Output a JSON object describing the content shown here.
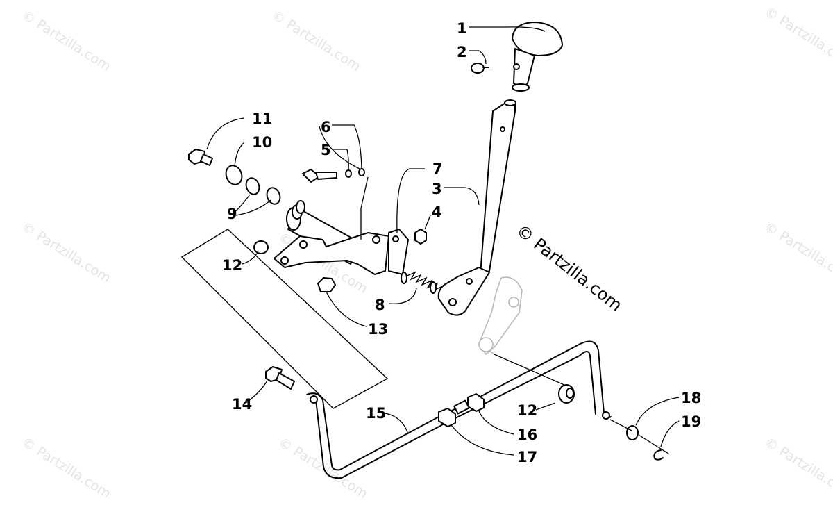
{
  "watermark": {
    "text": "© Partzilla.com"
  },
  "copyright_notice": "© Partzilla.com",
  "callouts": {
    "c1": "1",
    "c2": "2",
    "c3": "3",
    "c4": "4",
    "c5": "5",
    "c6": "6",
    "c7": "7",
    "c8": "8",
    "c9": "9",
    "c10": "10",
    "c11": "11",
    "c12a": "12",
    "c12b": "12",
    "c13": "13",
    "c14": "14",
    "c15": "15",
    "c16": "16",
    "c17": "17",
    "c18": "18",
    "c19": "19"
  }
}
